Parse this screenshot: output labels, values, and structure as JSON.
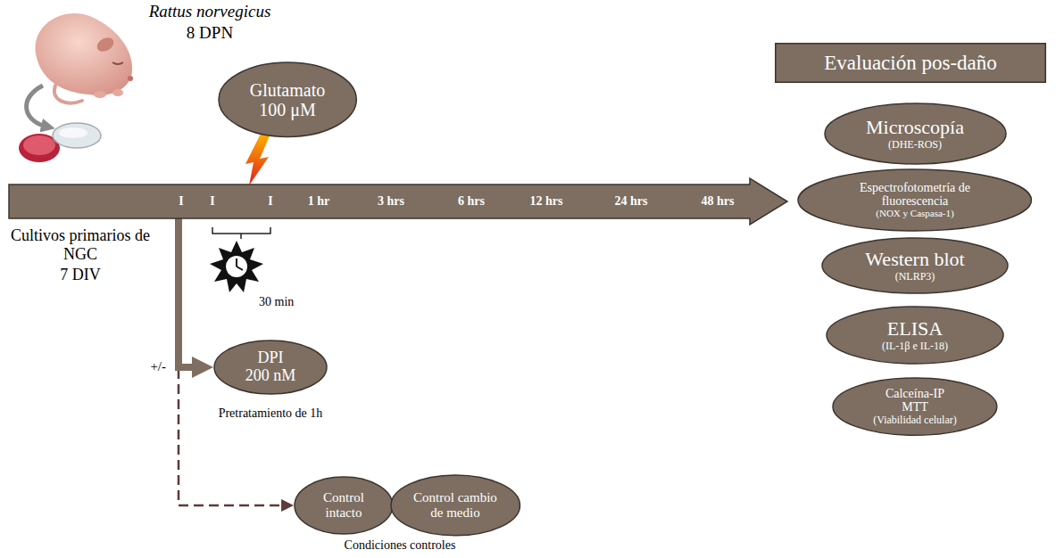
{
  "diagram": {
    "nodes": [
      {
        "text": [
          "I",
          "I",
          "I",
          "1 hr",
          "3 hrs",
          "6 hrs",
          "12 hrs",
          "24 hrs",
          "48 hrs"
        ]
      },
      {
        "text": [
          "Glutamato 100 μM"
        ]
      },
      {
        "text": [
          "DPI 200 nM"
        ]
      },
      {
        "text": [
          "Control intacto"
        ]
      },
      {
        "text": [
          "Control cambio de medio"
        ]
      },
      {
        "text": [
          "Evaluación pos-daño"
        ]
      },
      {
        "text": [
          "Microscopía",
          "(DHE-ROS)"
        ]
      },
      {
        "text": [
          "Espectrofotometría de fluorescencia",
          "(NOX y Caspasa-1)"
        ]
      },
      {
        "text": [
          "Western blot",
          "(NLRP3)"
        ]
      },
      {
        "text": [
          "ELISA",
          "(IL-1β e IL-18)"
        ]
      },
      {
        "text": [
          "Calceína-IP MTT",
          "(Viabilidad celular)"
        ]
      }
    ],
    "edges": [
      {
        "from": 0,
        "to": 2,
        "arrow": "to"
      },
      {
        "from": 0,
        "to": 3,
        "arrow": "to"
      }
    ],
    "labels": [
      "Rattus norvegicus",
      "8 DPN",
      "Cultivos primarios de NGC",
      "7 DIV",
      "30 min",
      "+/-",
      "Pretratamiento de 1h",
      "Condiciones controles"
    ]
  }
}
